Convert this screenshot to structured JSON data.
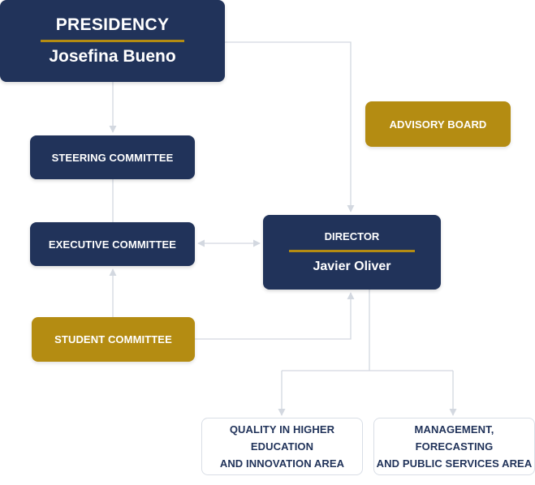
{
  "presidency": {
    "title": "PRESIDENCY",
    "name": "Josefina Bueno"
  },
  "steering": {
    "label": "STEERING COMMITTEE"
  },
  "executive": {
    "label": "EXECUTIVE COMMITTEE"
  },
  "student": {
    "label": "STUDENT COMMITTEE"
  },
  "advisory": {
    "label": "ADVISORY BOARD"
  },
  "director": {
    "title": "DIRECTOR",
    "name": "Javier Oliver"
  },
  "areas": [
    {
      "line1": "QUALITY IN HIGHER EDUCATION",
      "line2": "AND INNOVATION AREA"
    },
    {
      "line1": "MANAGEMENT, FORECASTING",
      "line2": "AND PUBLIC SERVICES AREA"
    }
  ],
  "colors": {
    "navy": "#21335a",
    "gold": "#b48c12",
    "connector": "#d3d8e0"
  }
}
